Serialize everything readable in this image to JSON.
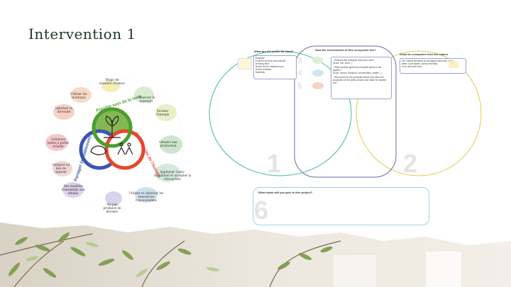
{
  "slide": {
    "title": "Intervention 1"
  },
  "venn": {
    "col1_header": "What are the yields we want?",
    "col1_box": [
      "Example:",
      "Food for humans and animals",
      "Drinking area",
      "Seeds for the neighborhood",
      "Social cohesion",
      "Materials"
    ],
    "col2_header": "How the environment of this ecosystem live?",
    "col2_q1": [
      "- What are the energetic resources uses?",
      "(Solar, sun, wind...)"
    ],
    "col2_q2": [
      "- What services gives the principals actors in the system?",
      "(Food, homes, transport, communities, shelter...)"
    ],
    "col2_q3": [
      "- Who would be the principals actors who allow the",
      "production of the yields chosen and make the system live?"
    ],
    "col3_header": "Grow an ecosystem from the nature",
    "col3_box": [
      "Our natural elements as ecological resources, solar",
      "water, local assets, cheap and easy",
      "to do and work soon"
    ],
    "num1": "1",
    "num2": "2",
    "num3": "3",
    "num4": "4",
    "num5": "5",
    "num6": "6",
    "bottom_header": "What name will you give to this project?"
  },
  "flower": {
    "arc_earth": "Prendre soin de la terre",
    "arc_humans": "Prendre soin de l'humain",
    "arc_share": "Partager équitablement",
    "petals": [
      {
        "label": "Bingo de manière créative"
      },
      {
        "label": "Observer & interagir"
      },
      {
        "label": "Stocker l'énergie"
      },
      {
        "label": "Obtenir une production"
      },
      {
        "label": "Appliquer l'auto-régulation et accepter la rétroaction"
      },
      {
        "label": "Utiliser et valoriser les ressources renouvelables"
      },
      {
        "label": "Ne pas produire de déchets"
      },
      {
        "label": "Des modèles d'ensemble aux détails"
      },
      {
        "label": "Intégrer au lieu de séparer"
      },
      {
        "label": "Solutions lentes à petite échelle"
      },
      {
        "label": "Valoriser la diversité"
      },
      {
        "label": "Utiliser les bordures"
      }
    ]
  }
}
